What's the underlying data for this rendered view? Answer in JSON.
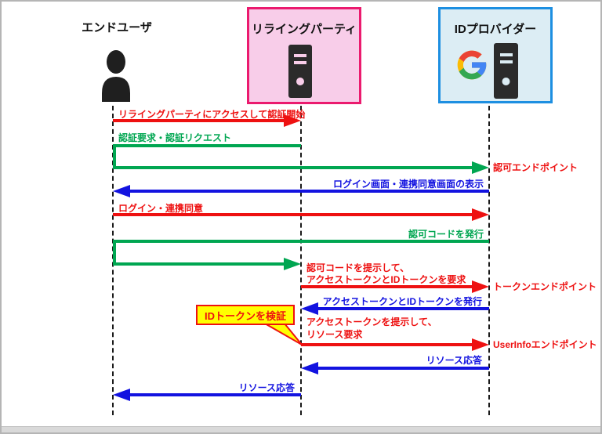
{
  "diagram": {
    "title_implicit": "OpenID Connect authentication sequence",
    "actors": {
      "end_user": {
        "label": "エンドユーザ",
        "icon": "person-icon"
      },
      "relying_party": {
        "label": "リライングパーティ",
        "icon": "server-icon"
      },
      "id_provider": {
        "label": "IDプロバイダー",
        "icon": "google-logo-and-server-icon"
      }
    },
    "messages": {
      "m1": {
        "text": "リライングパーティにアクセスして認証開始",
        "from": "end_user",
        "to": "relying_party",
        "color": "red"
      },
      "m2": {
        "text": "認証要求・認証リクエスト",
        "from": "relying_party",
        "to": "id_provider",
        "via": "end_user",
        "color": "green"
      },
      "m3": {
        "text": "ログイン画面・連携同意画面の表示",
        "from": "id_provider",
        "to": "end_user",
        "color": "blue"
      },
      "m4": {
        "text": "ログイン・連携同意",
        "from": "end_user",
        "to": "id_provider",
        "color": "red"
      },
      "m5": {
        "text": "認可コードを発行",
        "from": "id_provider",
        "to": "relying_party",
        "via": "end_user",
        "color": "green"
      },
      "m6": {
        "text_line1": "認可コードを提示して、",
        "text_line2": "アクセストークンとIDトークンを要求",
        "from": "relying_party",
        "to": "id_provider",
        "color": "red"
      },
      "m7": {
        "text": "アクセストークンとIDトークンを発行",
        "from": "id_provider",
        "to": "relying_party",
        "color": "blue"
      },
      "m8": {
        "text_line1": "アクセストークンを提示して、",
        "text_line2": "リソース要求",
        "from": "relying_party",
        "to": "id_provider",
        "color": "red"
      },
      "m9": {
        "text": "リソース応答",
        "from": "id_provider",
        "to": "relying_party",
        "color": "blue"
      },
      "m10": {
        "text": "リソース応答",
        "from": "relying_party",
        "to": "end_user",
        "color": "blue"
      }
    },
    "endpoints": {
      "authorization": "認可エンドポイント",
      "token": "トークンエンドポイント",
      "userinfo": "UserInfoエンドポイント"
    },
    "callout": {
      "text": "IDトークンを検証"
    },
    "colors": {
      "arrow_red": "#ee1111",
      "arrow_green": "#00a651",
      "arrow_blue": "#1313e0",
      "relying_party_border": "#eb1a6e",
      "relying_party_fill": "#f8cde9",
      "id_provider_border": "#1d8fe1",
      "id_provider_fill": "#dcedf4",
      "callout_fill": "#ffff00",
      "google_blue": "#4285F4",
      "google_red": "#EA4335",
      "google_yellow": "#FBBC05",
      "google_green": "#34A853"
    }
  }
}
